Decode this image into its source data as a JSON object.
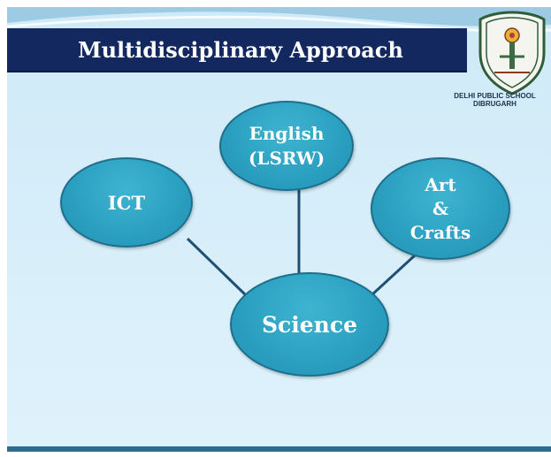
{
  "title": "Multidisciplinary Approach",
  "logo": {
    "school_name_line1": "DELHI PUBLIC SCHOOL",
    "school_name_line2": "DIBRUGARH"
  },
  "diagram": {
    "center": "Science",
    "nodes": [
      {
        "id": "ict",
        "label": "ICT"
      },
      {
        "id": "english",
        "label": "English\n(LSRW)"
      },
      {
        "id": "art",
        "label": "Art\n&\nCrafts"
      }
    ]
  },
  "colors": {
    "title_bar": "#12285e",
    "node_fill": "#2a9fc0",
    "connector": "#1f4f73",
    "background": "#d6eefa"
  }
}
